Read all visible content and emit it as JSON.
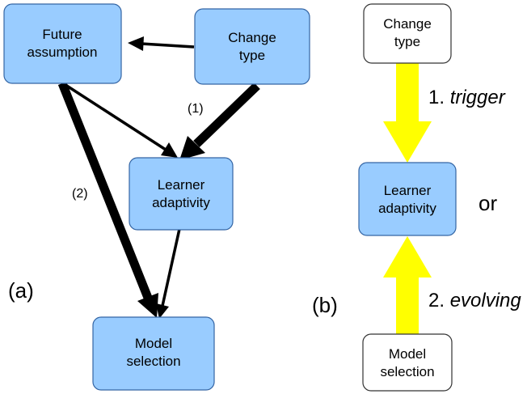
{
  "panel_a": {
    "label": "(a)",
    "nodes": {
      "future_assumption": [
        "Future",
        "assumption"
      ],
      "change_type": [
        "Change",
        "type"
      ],
      "learner_adaptivity": [
        "Learner",
        "adaptivity"
      ],
      "model_selection": [
        "Model",
        "selection"
      ]
    },
    "edge_labels": {
      "one": "(1)",
      "two": "(2)"
    }
  },
  "panel_b": {
    "label": "(b)",
    "nodes": {
      "change_type": [
        "Change",
        "type"
      ],
      "learner_adaptivity": [
        "Learner",
        "adaptivity"
      ],
      "model_selection": [
        "Model",
        "selection"
      ]
    },
    "arrows": {
      "top": {
        "number": "1.",
        "word": "trigger"
      },
      "bottom": {
        "number": "2.",
        "word": "evolving"
      }
    },
    "or_label": "or"
  },
  "colors": {
    "node_blue": "#99ccff",
    "node_border": "#3465a4",
    "arrow_yellow": "#ffff00",
    "arrow_black": "#000000"
  }
}
